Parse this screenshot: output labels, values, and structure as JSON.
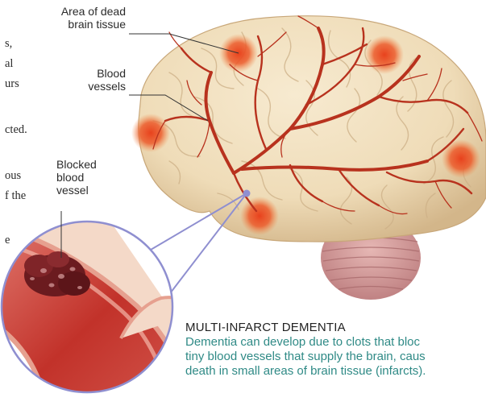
{
  "body_text_fragments": [
    "s,",
    "al",
    "urs",
    "cted.",
    "ous",
    "f the",
    "e"
  ],
  "labels": {
    "dead_tissue": [
      "Area of dead",
      "brain tissue"
    ],
    "blood_vessels": [
      "Blood",
      "vessels"
    ],
    "blocked_vessel": [
      "Blocked",
      "blood",
      "vessel"
    ]
  },
  "caption": {
    "title": "MULTI-INFARCT DEMENTIA",
    "lines": [
      "Dementia can develop due to clots that bloc",
      "tiny blood vessels that supply the brain, caus",
      "death in small areas of brain tissue (infarcts)."
    ]
  },
  "colors": {
    "brain": "#efdcb8",
    "brain_shadow": "#d8bf94",
    "vessel": "#b8321e",
    "infarct": "#e8421d",
    "cerebellum": "#d8a0a0",
    "caption_text": "#2f8a86",
    "pointer_line": "#8f8fd0"
  }
}
